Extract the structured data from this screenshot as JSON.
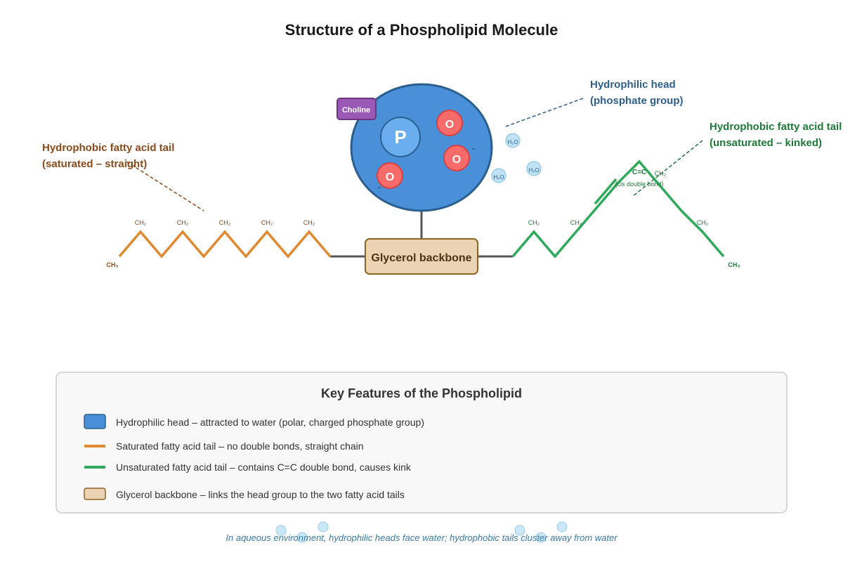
{
  "title": "Structure of a Phospholipid Molecule",
  "colors": {
    "head_fill": "#4a90d9",
    "head_stroke": "#2a5f8f",
    "phosphorus_fill": "#6aaef0",
    "oxygen_fill": "#f76b6b",
    "oxygen_stroke": "#d94040",
    "choline_fill": "#9b59b6",
    "choline_stroke": "#6c3483",
    "glycerol_fill": "#ebd3b3",
    "glycerol_stroke": "#8a6420",
    "saturated_tail": "#e08a30",
    "unsaturated_tail": "#2eaa5a",
    "water_fill": "#bfe3f5",
    "water_stroke": "#7fbfe0",
    "head_label": "#2e5f8a",
    "saturated_label": "#8b4a1a",
    "unsaturated_label": "#1f7a3a",
    "footer": "#3a7aa8"
  },
  "head": {
    "phosphorus": "P",
    "oxygen": [
      "O",
      "O",
      "O"
    ],
    "charge_marks": [
      "-",
      "-"
    ],
    "choline_label": "Choline",
    "water_labels": [
      "H₂O",
      "H₂O",
      "H₂O"
    ]
  },
  "labels": {
    "head": [
      "Hydrophilic head",
      "(phosphate group)"
    ],
    "saturated": [
      "Hydrophobic fatty acid tail",
      "(saturated – straight)"
    ],
    "unsaturated": [
      "Hydrophobic fatty acid tail",
      "(unsaturated – kinked)"
    ],
    "glycerol": "Glycerol backbone",
    "double_bond": "C=C",
    "double_bond_note": "(cis double bond)"
  },
  "saturated_tail": {
    "groups": [
      "CH₂",
      "CH₂",
      "CH₂",
      "CH₂",
      "CH₂"
    ],
    "end": "CH₃"
  },
  "unsaturated_tail": {
    "groups": [
      "CH₂",
      "CH₂",
      "CH₂",
      "CH₂"
    ],
    "end": "CH₃"
  },
  "legend": {
    "title": "Key Features of the Phospholipid",
    "items": [
      "Hydrophilic head – attracted to water (polar, charged phosphate group)",
      "Saturated fatty acid tail – no double bonds, straight chain",
      "Unsaturated fatty acid tail – contains C=C double bond, causes kink",
      "Glycerol backbone – links the head group to the two fatty acid tails"
    ]
  },
  "footer": "In aqueous environment, hydrophilic heads face water; hydrophobic tails cluster away from water"
}
